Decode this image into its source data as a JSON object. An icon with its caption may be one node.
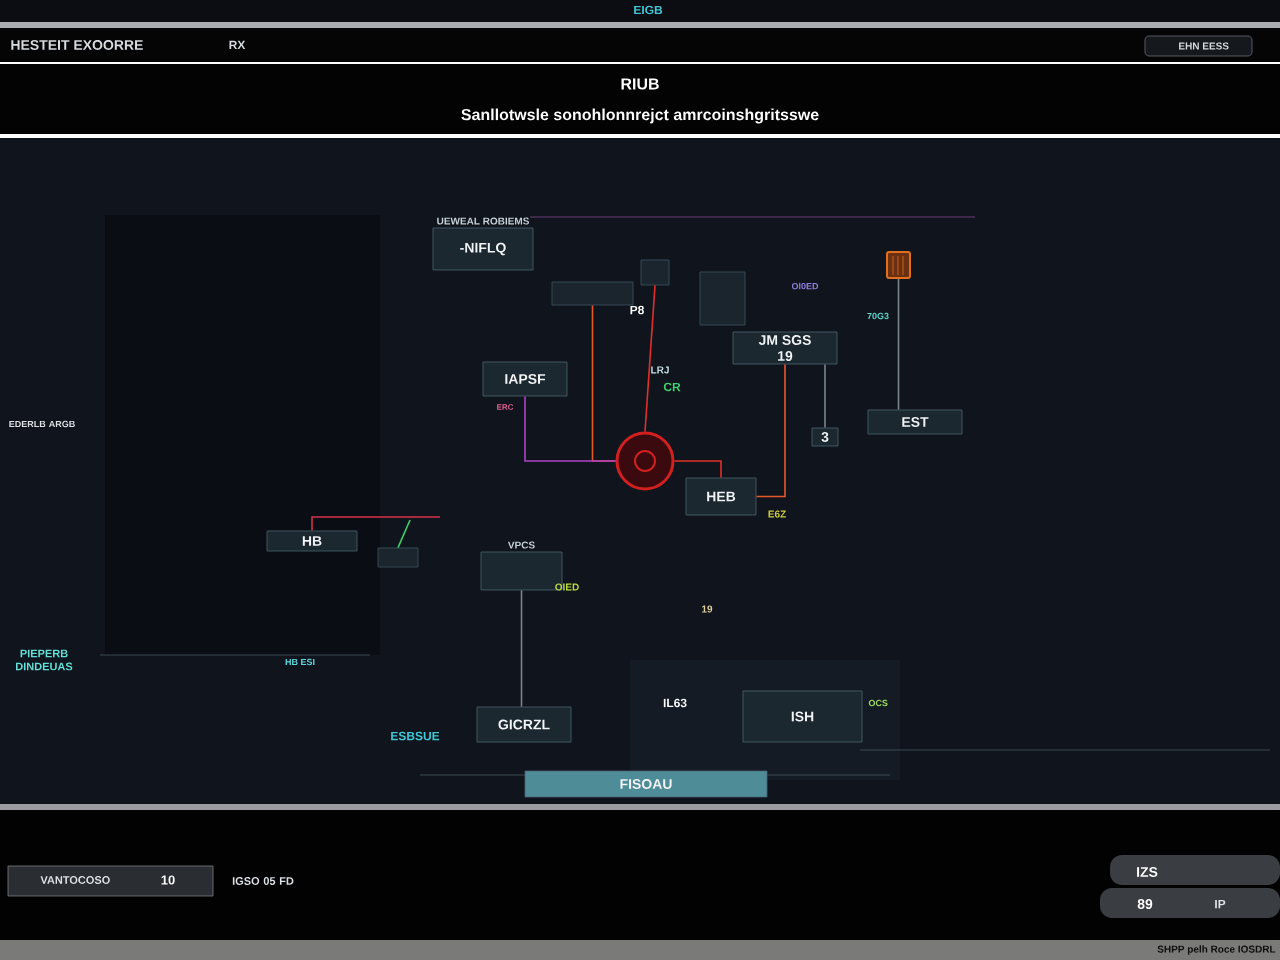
{
  "diagram": {
    "title": "RIUB",
    "nodes": [
      {
        "text": [
          "UEWEAL ROBIEMS",
          "-NIFLQ"
        ]
      },
      {
        "text": [],
        "shape": "box"
      },
      {
        "text": [],
        "shape": "box"
      },
      {
        "text": [],
        "shape": "box"
      },
      {
        "text": [
          "IAPSF"
        ]
      },
      {
        "text": [
          "JM SGS",
          "19"
        ]
      },
      {
        "text": [],
        "shape": "picture"
      },
      {
        "text": [
          "EST"
        ]
      },
      {
        "text": [],
        "shape": "picture"
      },
      {
        "text": [
          "HEB"
        ]
      },
      {
        "text": [
          "HB"
        ]
      },
      {
        "text": [],
        "shape": "box"
      },
      {
        "text": [
          "VPCS"
        ]
      },
      {
        "text": [
          "GICRZL"
        ]
      },
      {
        "text": [
          "ISH"
        ],
        "beside": [
          "OCS"
        ]
      },
      {
        "text": [
          "FISOAU"
        ]
      },
      {
        "text": [
          "3"
        ]
      }
    ],
    "edges": [
      {
        "from": 1,
        "to": 8,
        "arrow": "none",
        "color": "#e8572a"
      },
      {
        "from": 2,
        "to": 8,
        "arrow": "none",
        "color": "#e0302a"
      },
      {
        "from": 5,
        "to": 9,
        "arrow": "none",
        "color": "#e8572a"
      },
      {
        "from": 6,
        "to": 7,
        "arrow": "none"
      },
      {
        "from": 4,
        "to": 8,
        "arrow": "none",
        "color": "#b040c8"
      },
      {
        "from": null,
        "to": 10,
        "arrow": "none",
        "color": "#d8304a"
      },
      {
        "from": 12,
        "to": 13,
        "arrow": "none"
      },
      {
        "from": 5,
        "to": 16,
        "arrow": "none"
      },
      {
        "from": 8,
        "to": 9,
        "arrow": "none",
        "color": "#e0302a"
      },
      {
        "from": null,
        "to": 11,
        "arrow": "none",
        "color": "#40d070"
      }
    ],
    "labels": [
      "EIGB",
      "HESTEIT EXOORRE",
      "RX",
      "EHN EESS",
      "Sanllotwsle sonohlonnrejct amrcoinshgritsswe",
      "Ol0ED",
      "P8",
      "70G3",
      "LRJ",
      "CR",
      "ERC",
      "EDERLB ARGB",
      "OIED",
      "E6Z",
      "19",
      "PIEPERB DINDEUAS",
      "HB ESI",
      "IL63",
      "ESBSUE",
      "VANTOCOSO",
      "10",
      "IGSO 05 FD",
      "IZS",
      "89",
      "IP",
      "SHPP pelh Roce IOSDRL"
    ]
  }
}
